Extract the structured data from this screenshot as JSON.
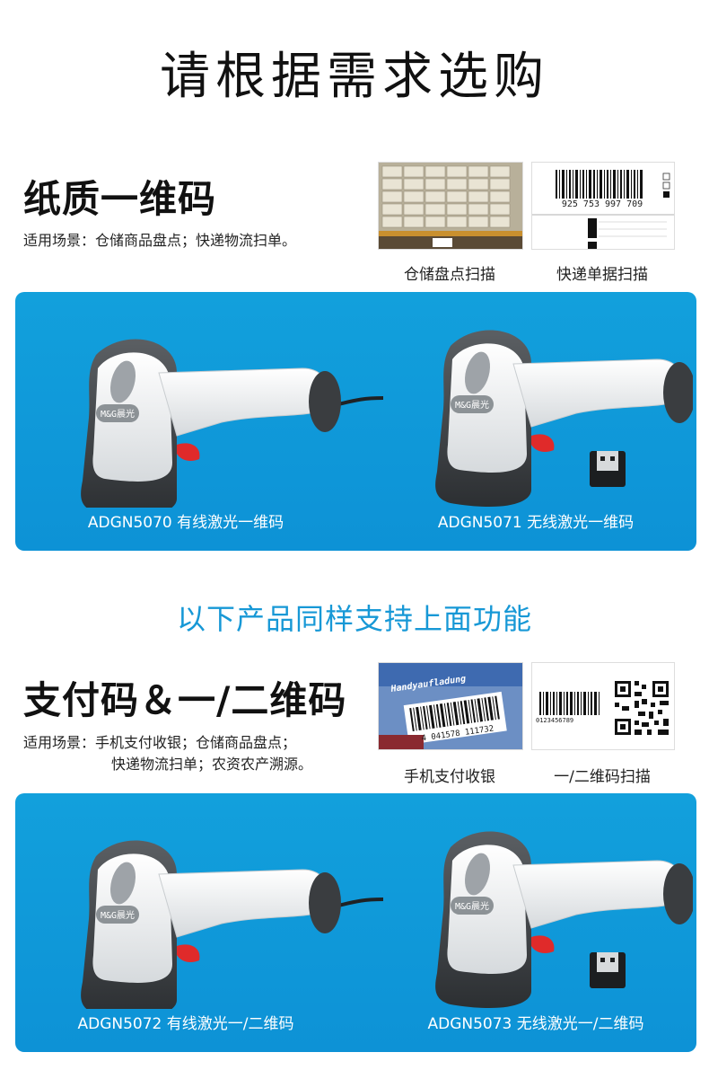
{
  "page_title": "请根据需求选购",
  "section1": {
    "title": "纸质一维码",
    "scene": "适用场景：仓储商品盘点；快递物流扫单。",
    "photos": [
      {
        "caption": "仓储盘点扫描",
        "icon": "warehouse-shelves-photo"
      },
      {
        "caption": "快递单据扫描",
        "icon": "shipping-label-barcode-photo",
        "barcode_number": "925 753 997 709"
      }
    ],
    "products": [
      {
        "label": "ADGN5070 有线激光一维码",
        "icon": "wired-scanner-icon"
      },
      {
        "label": "ADGN5071 无线激光一维码",
        "icon": "wireless-scanner-icon"
      }
    ]
  },
  "divider_text": "以下产品同样支持上面功能",
  "section2": {
    "title": "支付码＆一/二维码",
    "scene_line1": "适用场景：手机支付收银；仓储商品盘点；",
    "scene_line2": "快递物流扫单；农资农产溯源。",
    "photos": [
      {
        "caption": "手机支付收银",
        "icon": "handheld-barcode-photo",
        "barcode_number": "4 041578 111732"
      },
      {
        "caption": "一/二维码扫描",
        "icon": "barcode-and-qr-photo",
        "barcode_number": "0123456789"
      }
    ],
    "products": [
      {
        "label": "ADGN5072 有线激光一/二维码",
        "icon": "wired-scanner-icon"
      },
      {
        "label": "ADGN5073 无线激光一/二维码",
        "icon": "wireless-scanner-icon"
      }
    ]
  },
  "colors": {
    "panel_blue": "#0f96d8",
    "accent_text": "#1798d6",
    "trigger_red": "#e02a2a"
  }
}
